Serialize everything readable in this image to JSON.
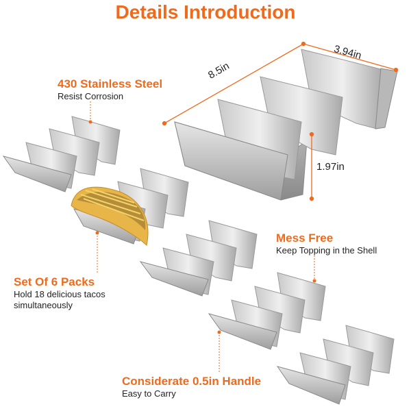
{
  "header": {
    "title": "Details Introduction"
  },
  "dimensions": {
    "length": "8.5in",
    "width": "3.94in",
    "height": "1.97in"
  },
  "features": {
    "steel": {
      "title": "430 Stainless Steel",
      "desc": "Resist Corrosion"
    },
    "mess": {
      "title": "Mess Free",
      "desc": "Keep Topping in the Shell"
    },
    "packs": {
      "title": "Set Of 6 Packs",
      "desc_line1": "Hold 18 delicious tacos",
      "desc_line2": "simultaneously"
    },
    "handle": {
      "title": "Considerate 0.5in Handle",
      "desc": "Easy to Carry"
    }
  },
  "colors": {
    "accent": "#ee6a1d",
    "steel_light": "#dcdcdc",
    "steel_mid": "#b4b4b4",
    "steel_dark": "#8c8c8c"
  }
}
